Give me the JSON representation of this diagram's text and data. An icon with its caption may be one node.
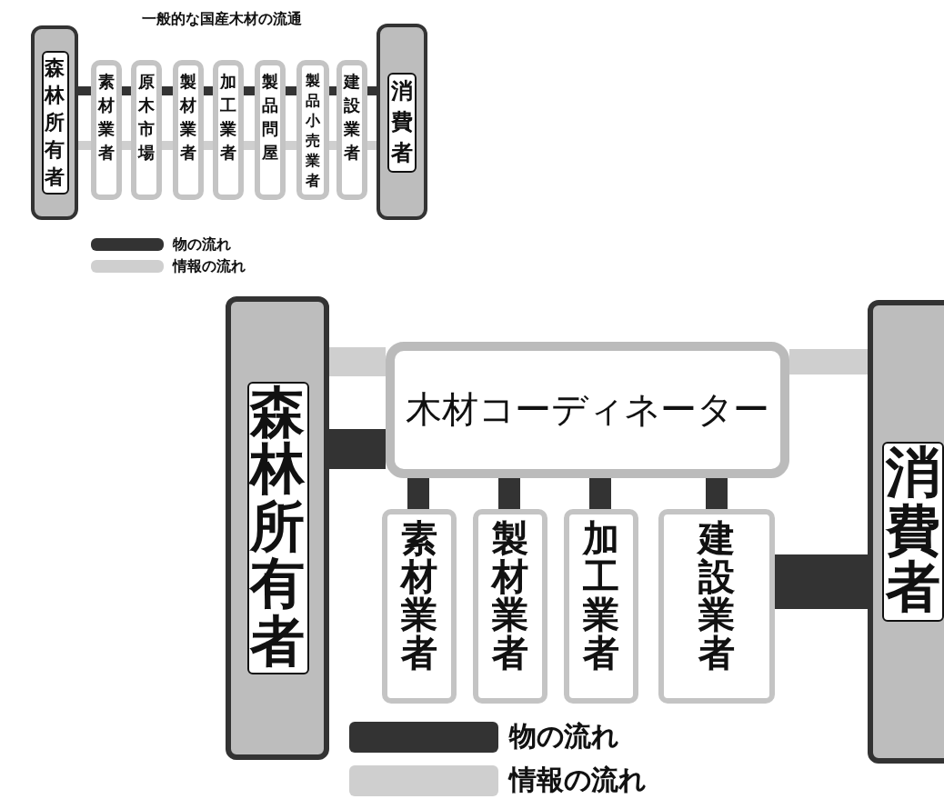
{
  "diagram": {
    "title": "一般的な国産木材の流通",
    "nodes": [
      {
        "text": [
          "森林所有者"
        ]
      },
      {
        "text": [
          "素材業者"
        ]
      },
      {
        "text": [
          "原木市場"
        ]
      },
      {
        "text": [
          "製材業者"
        ]
      },
      {
        "text": [
          "加工業者"
        ]
      },
      {
        "text": [
          "製品問屋"
        ]
      },
      {
        "text": [
          "製品小売業者"
        ]
      },
      {
        "text": [
          "建設業者"
        ]
      },
      {
        "text": [
          "消費者"
        ]
      },
      {
        "text": [
          "森林所有者"
        ]
      },
      {
        "text": [
          "木材コーディネーター"
        ]
      },
      {
        "text": [
          "素材業者"
        ]
      },
      {
        "text": [
          "製材業者"
        ]
      },
      {
        "text": [
          "加工業者"
        ]
      },
      {
        "text": [
          "建設業者"
        ]
      },
      {
        "text": [
          "消費者"
        ]
      }
    ],
    "edges": [
      {
        "from": 0,
        "to": 1,
        "arrow": "none",
        "color": "#333333"
      },
      {
        "from": 1,
        "to": 2,
        "arrow": "none",
        "color": "#333333"
      },
      {
        "from": 2,
        "to": 3,
        "arrow": "none",
        "color": "#333333"
      },
      {
        "from": 3,
        "to": 4,
        "arrow": "none",
        "color": "#333333"
      },
      {
        "from": 4,
        "to": 5,
        "arrow": "none",
        "color": "#333333"
      },
      {
        "from": 5,
        "to": 6,
        "arrow": "none",
        "color": "#333333"
      },
      {
        "from": 6,
        "to": 7,
        "arrow": "none",
        "color": "#333333"
      },
      {
        "from": 7,
        "to": 8,
        "arrow": "none",
        "color": "#333333"
      },
      {
        "from": 0,
        "to": 1,
        "arrow": "none",
        "color": "#cfcfcf"
      },
      {
        "from": 1,
        "to": 2,
        "arrow": "none",
        "color": "#cfcfcf"
      },
      {
        "from": 2,
        "to": 3,
        "arrow": "none",
        "color": "#cfcfcf"
      },
      {
        "from": 3,
        "to": 4,
        "arrow": "none",
        "color": "#cfcfcf"
      },
      {
        "from": 4,
        "to": 5,
        "arrow": "none",
        "color": "#cfcfcf"
      },
      {
        "from": 5,
        "to": 6,
        "arrow": "none",
        "color": "#cfcfcf"
      },
      {
        "from": 6,
        "to": 7,
        "arrow": "none",
        "color": "#cfcfcf"
      },
      {
        "from": 7,
        "to": 8,
        "arrow": "none",
        "color": "#cfcfcf"
      },
      {
        "from": 9,
        "to": 10,
        "arrow": "none",
        "style": "thick",
        "color": "#cfcfcf"
      },
      {
        "from": 9,
        "to": 10,
        "arrow": "none",
        "style": "thick",
        "color": "#333333"
      },
      {
        "from": 10,
        "to": 15,
        "arrow": "none",
        "style": "thick",
        "color": "#cfcfcf"
      },
      {
        "from": 10,
        "to": 11,
        "arrow": "none",
        "style": "thick",
        "color": "#333333"
      },
      {
        "from": 10,
        "to": 12,
        "arrow": "none",
        "style": "thick",
        "color": "#333333"
      },
      {
        "from": 10,
        "to": 13,
        "arrow": "none",
        "style": "thick",
        "color": "#333333"
      },
      {
        "from": 10,
        "to": 14,
        "arrow": "none",
        "style": "thick",
        "color": "#333333"
      },
      {
        "from": 14,
        "to": 15,
        "arrow": "none",
        "style": "thick",
        "color": "#333333"
      }
    ],
    "legend": [
      {
        "text": "物の流れ",
        "color": "#333333"
      },
      {
        "text": "情報の流れ",
        "color": "#cfcfcf"
      },
      {
        "text": "物の流れ",
        "color": "#333333"
      },
      {
        "text": "情報の流れ",
        "color": "#cfcfcf"
      }
    ]
  }
}
